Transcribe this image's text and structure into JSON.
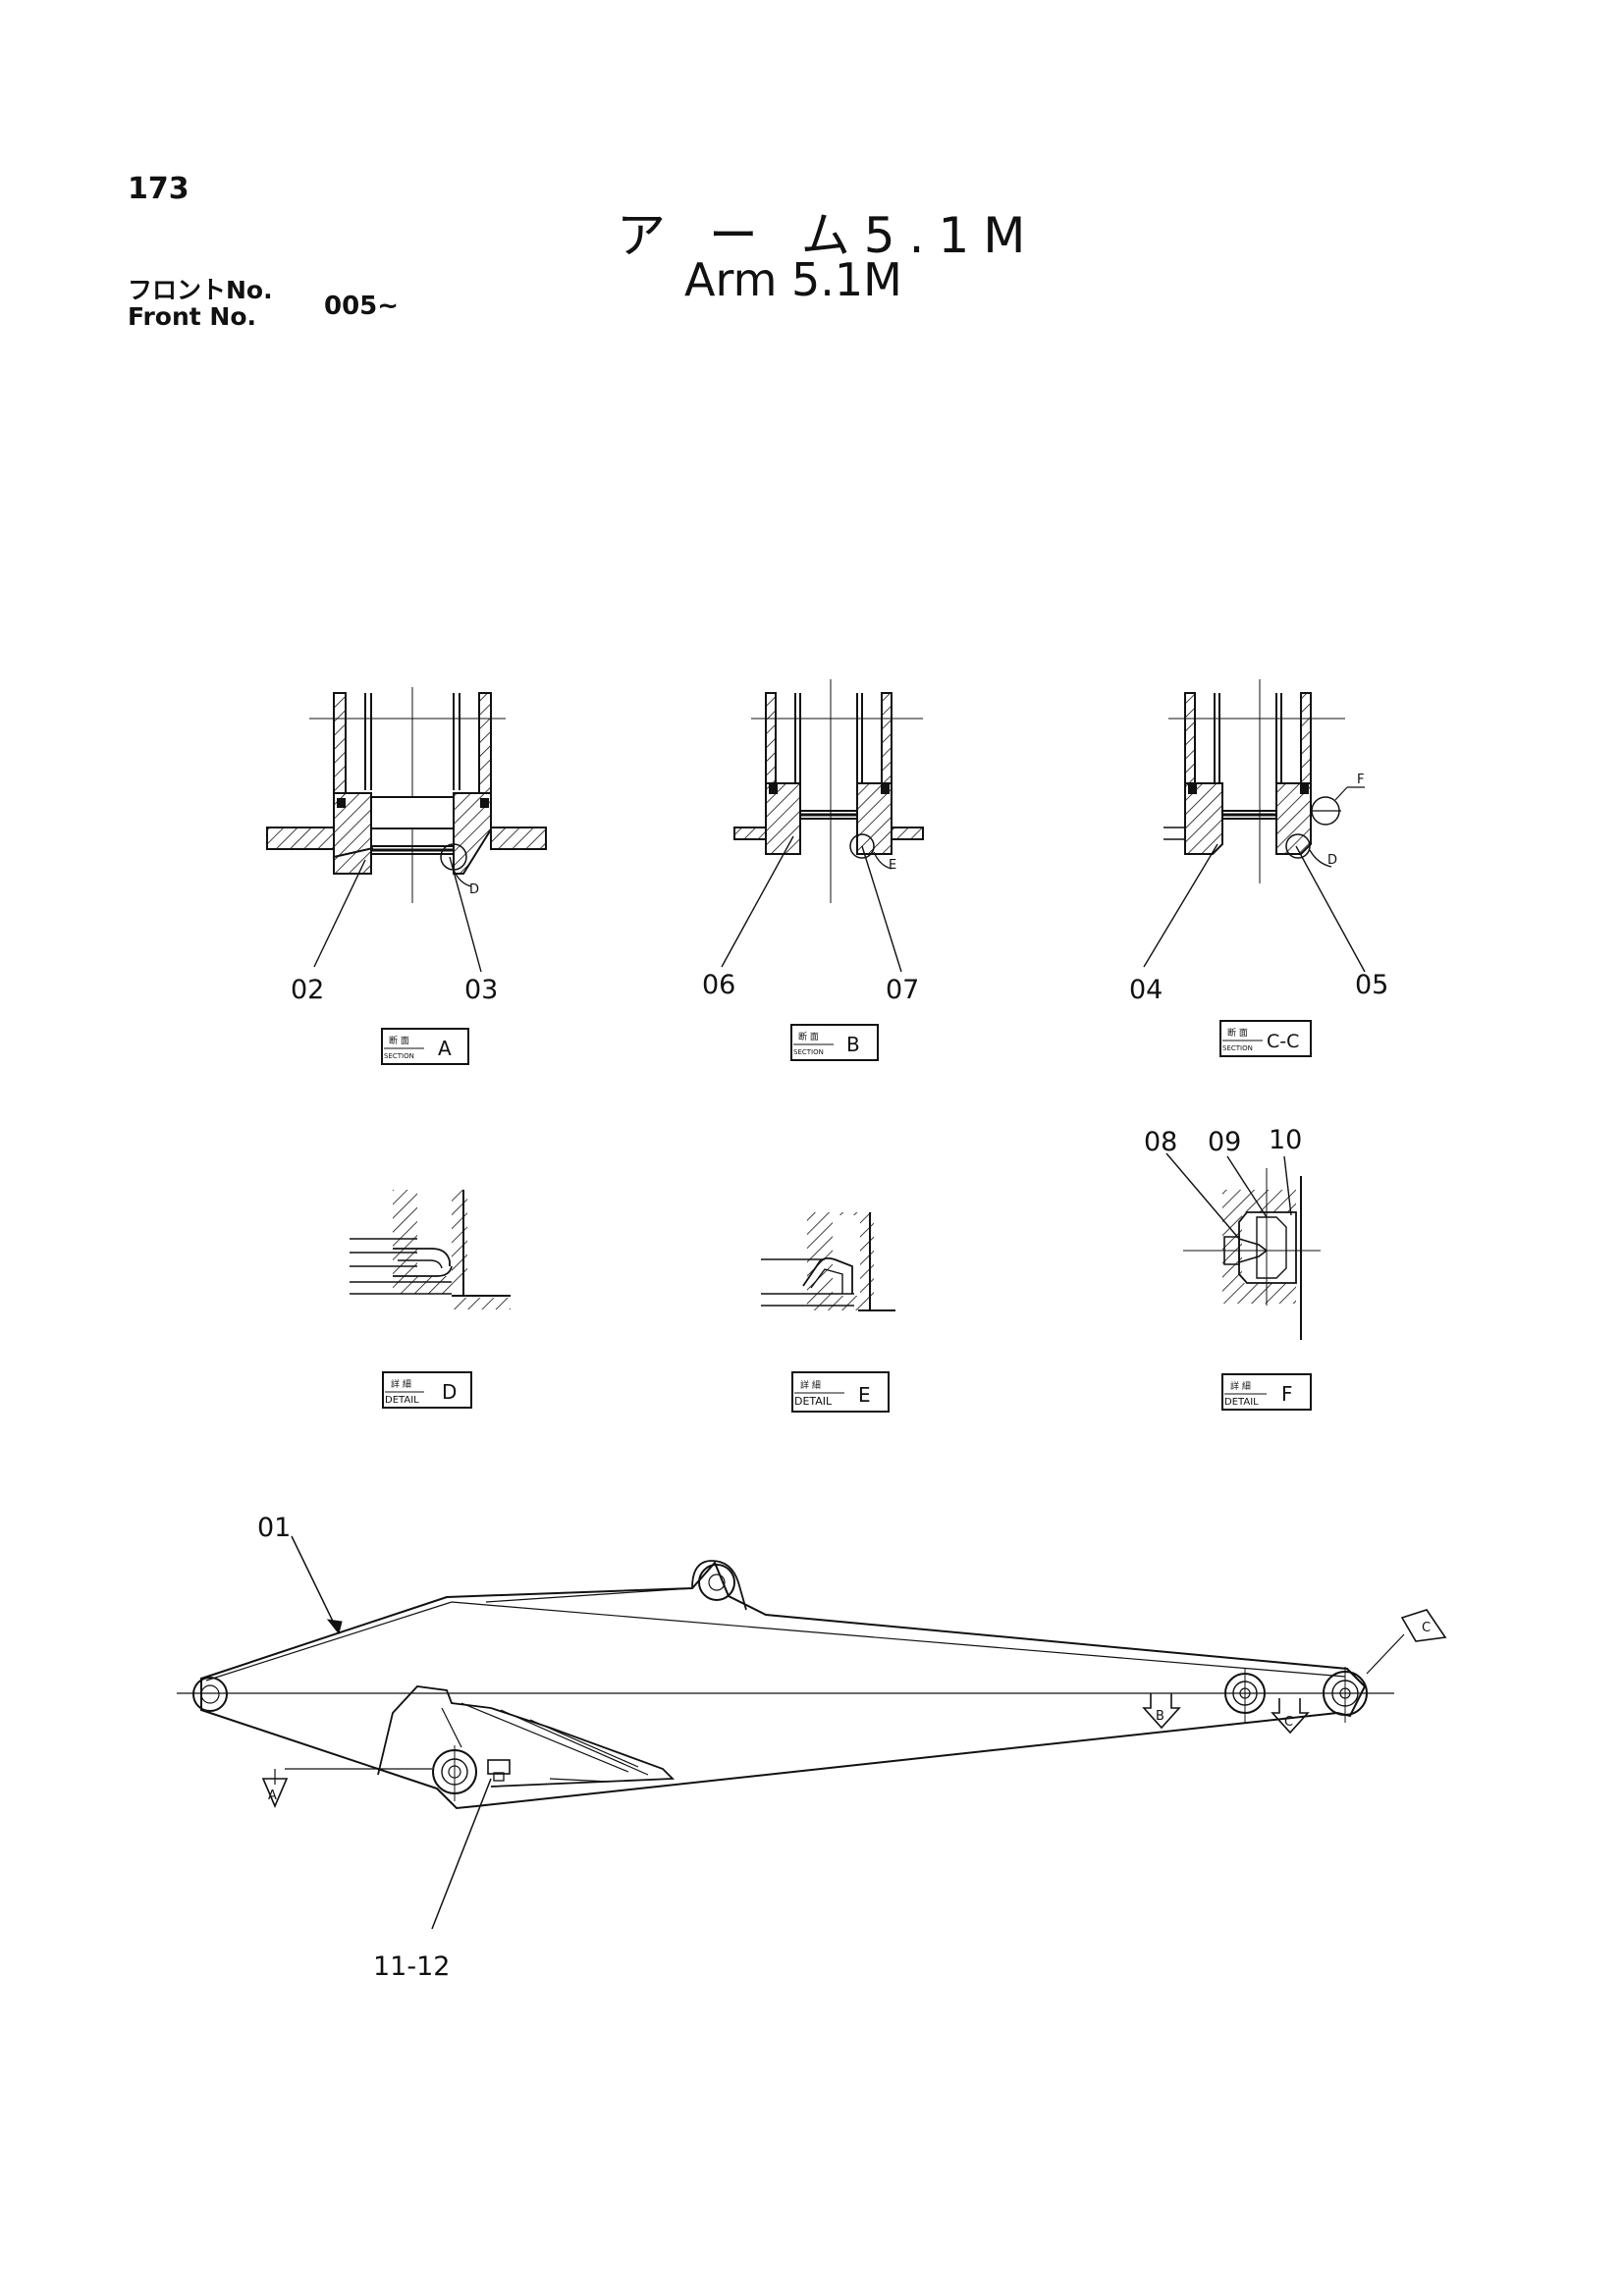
{
  "header": {
    "page_number": "173",
    "title_jp": "ア ー ム5.1M",
    "title_en": "Arm 5.1M",
    "front_label_jp": "フロントNo.",
    "front_label_en": "Front No.",
    "front_value": "005~"
  },
  "sections": {
    "a": {
      "tag_jp": "断 面",
      "tag_en": "SECTION",
      "letter": "A",
      "callout": "D",
      "parts": [
        "02",
        "03"
      ]
    },
    "b": {
      "tag_jp": "断 面",
      "tag_en": "SECTION",
      "letter": "B",
      "callout": "E",
      "parts": [
        "06",
        "07"
      ]
    },
    "cc": {
      "tag_jp": "断 面",
      "tag_en": "SECTION",
      "letter": "C-C",
      "callouts": [
        "F",
        "D"
      ],
      "parts": [
        "04",
        "05"
      ]
    }
  },
  "details": {
    "d": {
      "tag_jp": "詳 細",
      "tag_en": "DETAIL",
      "letter": "D"
    },
    "e": {
      "tag_jp": "詳 細",
      "tag_en": "DETAIL",
      "letter": "E"
    },
    "f": {
      "tag_jp": "詳 細",
      "tag_en": "DETAIL",
      "letter": "F",
      "parts": [
        "08",
        "09",
        "10"
      ]
    }
  },
  "arm": {
    "parts": [
      "01",
      "11-12"
    ],
    "view_markers": [
      "A",
      "B",
      "C",
      "C"
    ]
  }
}
